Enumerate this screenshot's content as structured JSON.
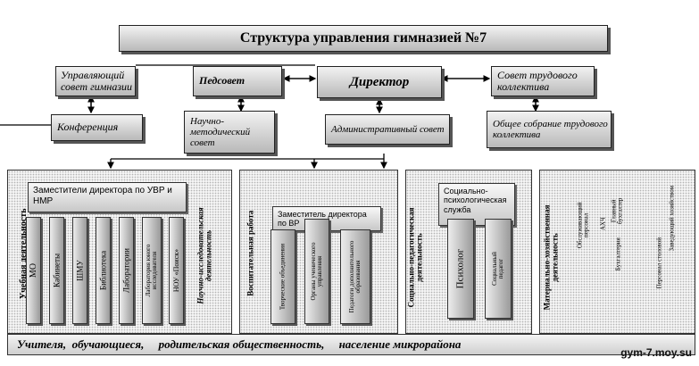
{
  "title": "Структура управления гимназией №7",
  "top_row": {
    "governing_council": "Управляющий совет гимназии",
    "pedsovet": "Педсовет",
    "director": "Директор",
    "labor_council": "Совет трудового коллектива"
  },
  "second_row": {
    "conference": "Конференция",
    "methodical_council": "Научно-методический совет",
    "admin_council": "Административный совет",
    "general_meeting": "Общее собрание трудового коллектива"
  },
  "sections": {
    "educational": {
      "label": "Учебная деятельность",
      "deputy": "Заместители директора по УВР и НМР",
      "units": [
        "МО",
        "Кабинеты",
        "ШМУ",
        "Библиотека",
        "Лаборатории",
        "Лаборатория юного исследователя",
        "НОУ «Поиск»"
      ],
      "side_label": "Научно-исследовательская деятельность"
    },
    "upbringing": {
      "label": "Воспитательная работа",
      "deputy": "Заместитель директора по ВР",
      "units": [
        "Творческие объединения",
        "Органы ученического управления",
        "Педагоги дополнительного образования"
      ]
    },
    "social": {
      "label": "Социально-педагогическая деятельность",
      "service": "Социально-психологическая служба",
      "units": [
        "Психолог",
        "Социальный педагог"
      ]
    },
    "economic": {
      "label": "Материально-хозяйственная деятельность",
      "units": [
        "Обслуживающий персонал",
        "Бухгалтерия",
        "Заведующий хозяйством",
        "Главный бухгалтер",
        "Персонал столовой",
        "АХЧ"
      ]
    }
  },
  "bottom_bar": "Учителя,  обучающиеся,     родительская общественность,     население микрорайона",
  "watermark": "gym-7.moy.su"
}
